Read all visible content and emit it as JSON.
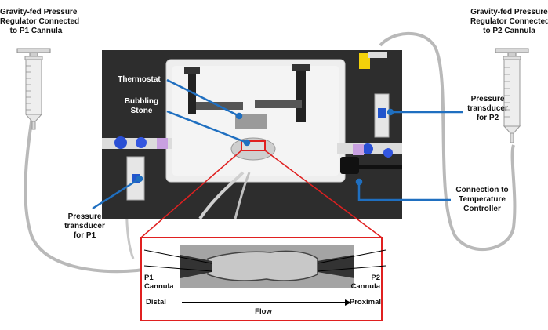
{
  "labels": {
    "p1_regulator": [
      "Gravity-fed Pressure",
      "Regulator Connected",
      "to P1 Cannula"
    ],
    "p2_regulator": [
      "Gravity-fed Pressure",
      "Regulator Connected",
      "to P2 Cannula"
    ],
    "thermostat": "Thermostat",
    "bubbling_stone": [
      "Bubbling",
      "Stone"
    ],
    "p2_transducer": [
      "Pressure",
      "transducer",
      "for P2"
    ],
    "temp_connection": [
      "Connection to",
      "Temperature",
      "Controller"
    ],
    "p1_transducer": [
      "Pressure",
      "transducer",
      "for P1"
    ],
    "p1_cannula": [
      "P1",
      "Cannula"
    ],
    "p2_cannula": [
      "P2",
      "Cannula"
    ],
    "distal": "Distal",
    "proximal": "Proximal",
    "flow": "Flow"
  },
  "colors": {
    "callout_line": "#1f6fc0",
    "inset_border": "#e02020",
    "tubing": "#b9b9b9",
    "photo_bg": "#2a2a2a"
  }
}
